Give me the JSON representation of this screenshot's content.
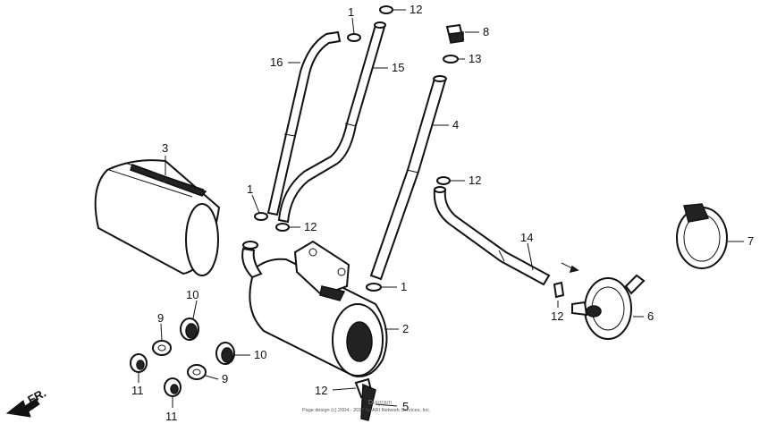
{
  "labels": {
    "c1a": "1",
    "c12a": "12",
    "c8": "8",
    "c13": "13",
    "c16": "16",
    "c15": "15",
    "c3": "3",
    "c4": "4",
    "c12b": "12",
    "c1b": "1",
    "c12c": "12",
    "c14": "14",
    "c7": "7",
    "c1c": "1",
    "c10a": "10",
    "c9a": "9",
    "c2": "2",
    "c6": "6",
    "c12d": "12",
    "c10b": "10",
    "c11a": "11",
    "c9b": "9",
    "c11b": "11",
    "c12e": "12",
    "c5": "5"
  },
  "direction_label": "FR.",
  "footer": "Page design (c) 2004 - 2017 by ARI Network Services, Inc.",
  "watermark": "Diagram"
}
